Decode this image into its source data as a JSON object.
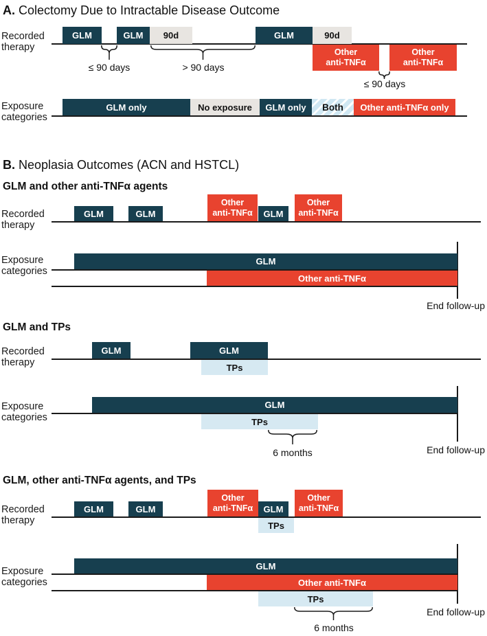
{
  "panelA": {
    "heading_prefix": "A.",
    "heading": " Colectomy Due to Intractable Disease Outcome",
    "recorded_label": "Recorded therapy",
    "exposure_label": "Exposure categories",
    "boxes": {
      "glm1": "GLM",
      "glm2": "GLM",
      "ext1": "90d",
      "glm3": "GLM",
      "ext2": "90d"
    },
    "other1": {
      "line1": "Other",
      "line2": "anti-TNFα"
    },
    "other2": {
      "line1": "Other",
      "line2": "anti-TNFα"
    },
    "gap1": "≤ 90 days",
    "gap2": "> 90 days",
    "gap3": "≤ 90 days",
    "exposure": {
      "seg1": "GLM only",
      "seg2": "No exposure",
      "seg3": "GLM only",
      "seg4": "Both",
      "seg5": "Other anti-TNFα only"
    }
  },
  "panelB": {
    "heading_prefix": "B.",
    "heading": " Neoplasia Outcomes (ACN and HSTCL)",
    "sections": [
      {
        "heading": "GLM and other anti-TNFα agents",
        "recorded_label": "Recorded therapy",
        "exposure_label": "Exposure categories",
        "glm1": "GLM",
        "glm2": "GLM",
        "glm3": "GLM",
        "other1": {
          "line1": "Other",
          "line2": "anti-TNFα"
        },
        "other2": {
          "line1": "Other",
          "line2": "anti-TNFα"
        },
        "bar_glm": "GLM",
        "bar_other": "Other anti-TNFα",
        "end_label": "End follow-up"
      },
      {
        "heading": "GLM and TPs",
        "recorded_label": "Recorded therapy",
        "exposure_label": "Exposure categories",
        "glm1": "GLM",
        "glm2": "GLM",
        "tps_box": "TPs",
        "bar_glm": "GLM",
        "bar_tps": "TPs",
        "six_months": "6 months",
        "end_label": "End follow-up"
      },
      {
        "heading": "GLM, other anti-TNFα agents, and TPs",
        "recorded_label": "Recorded therapy",
        "exposure_label": "Exposure categories",
        "glm1": "GLM",
        "glm2": "GLM",
        "glm3": "GLM",
        "other1": {
          "line1": "Other",
          "line2": "anti-TNFα"
        },
        "other2": {
          "line1": "Other",
          "line2": "anti-TNFα"
        },
        "tps_box": "TPs",
        "bar_glm": "GLM",
        "bar_other": "Other anti-TNFα",
        "bar_tps": "TPs",
        "six_months": "6 months",
        "end_label": "End follow-up"
      }
    ]
  }
}
